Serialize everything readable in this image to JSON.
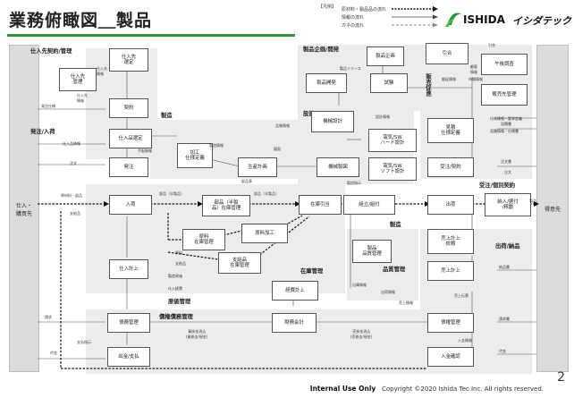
{
  "header": {
    "title": "業務俯瞰図＿製品",
    "legend_head": "【凡例】",
    "legend": [
      "原材料・製品品の流れ",
      "情報の流れ",
      "カネの流れ"
    ],
    "brand": "ISHIDA",
    "brand_jp": "イシダテック"
  },
  "sides": {
    "left": "仕入・\n購買先",
    "right": "得意先"
  },
  "sections": {
    "purchase_contract": "仕入先契約/管理",
    "order_receiving": "発注/入荷",
    "manufacturing": "製造",
    "design": "設計",
    "product_planning": "製品企画/開発",
    "sales_promo": "販売促進",
    "receive_order": "受注/個別契約",
    "inventory": "在庫管理",
    "manufacturing2": "製造",
    "quality": "品質管理",
    "cost": "原価管理",
    "shipping": "出荷/納品",
    "debt": "債権債務管理"
  },
  "boxes": {
    "supplier_select": "仕入先\n選定",
    "supplier_mgmt": "仕入先\n管理",
    "contract": "契約",
    "purchase_select": "仕入品選定",
    "order": "発注",
    "receiving": "入荷",
    "processing_spec": "加工\n仕様定義",
    "production_plan": "生産計画",
    "mech_design": "機械設計",
    "mech_manufacture": "機械製図",
    "product_planning": "製品企画",
    "product_dev": "製品開発",
    "test": "試験",
    "elec_hw": "電気/SW\nハード設計",
    "elec_sw": "電気/SW\nソフト設計",
    "parts_inventory": "部品（半製\n品）在庫管理",
    "material_inventory": "原料\n在庫管理",
    "raw_processing": "原料加工",
    "supply_inventory": "支給品\n在庫管理",
    "inventory_draw": "在庫引当",
    "assembly": "組立/組付",
    "product_quality": "製品\n品質管理",
    "cost_calc": "経費計上",
    "purchase_record": "仕入計上",
    "debt_mgmt": "債務管理",
    "financial": "財務会計",
    "payment": "出金/支払",
    "inquiry": "引合",
    "market_research": "午後調査",
    "sales_plan": "販売先管理",
    "quote": "見積\n仕様定義",
    "order_receive": "受注/契約",
    "shipment": "出荷",
    "delivery": "納入/据付\n/稼動",
    "sales_plan2": "売上計上\n依頼",
    "sales_record": "売上計上",
    "credit_mgmt": "債権管理",
    "receipt": "入金確認"
  },
  "labels": {
    "l_purchase_info": "仕入先\n情報",
    "l_supplier_info": "仕入先\n情報",
    "l_spec": "発注仕様",
    "l_purchase_req": "仕入品情報",
    "l_order_info": "手配情報",
    "l_order": "注文",
    "l_material": "原材料・部品",
    "l_supply": "支給品",
    "l_parts": "部品（半製品）",
    "l_parts2": "部品（半製品）",
    "l_material2": "原料",
    "l_supply2": "支給品",
    "l_cost": "仕入経費",
    "l_inv_report": "出庫情報",
    "l_invoice": "請求",
    "l_pay_req": "支払指示",
    "l_pay": "代金",
    "l_fin1": "買掛金消込\n(買掛金/現金)",
    "l_fin2": "売掛金消込\n(売掛金/現金)",
    "l_delivery_note": "納品書",
    "l_shipping_note": "出荷情報",
    "l_billing": "請求書",
    "l_sales_info": "売上伝票",
    "l_receive": "入金情報",
    "l_pay2": "代金",
    "l_estimate": "見積書",
    "l_order_form": "注文書",
    "l_order2": "注文",
    "l_product": "製品",
    "l_inquiry": "引合",
    "l_spec_req": "仕様情報・要求定義",
    "l_estimate2": "見積情報・仕様書",
    "l_design_info": "設計情報",
    "l_quality": "品質情報",
    "l_drawing": "図面",
    "l_material_list": "部品表",
    "l_ng": "製造指示",
    "l_mfg_info": "製造情報",
    "l_sales_promo": "販促情報",
    "l_market": "市場情報",
    "l_sales_data": "顧客\n情報",
    "l_release": "製品リリース",
    "l_cost_info": "製造原価",
    "l_sales_record_info": "売上情報"
  },
  "footer": {
    "internal": "Internal Use Only",
    "copyright": "Copyright ©2020 Ishida Tec Inc. All rights reserved.",
    "page": "2"
  }
}
